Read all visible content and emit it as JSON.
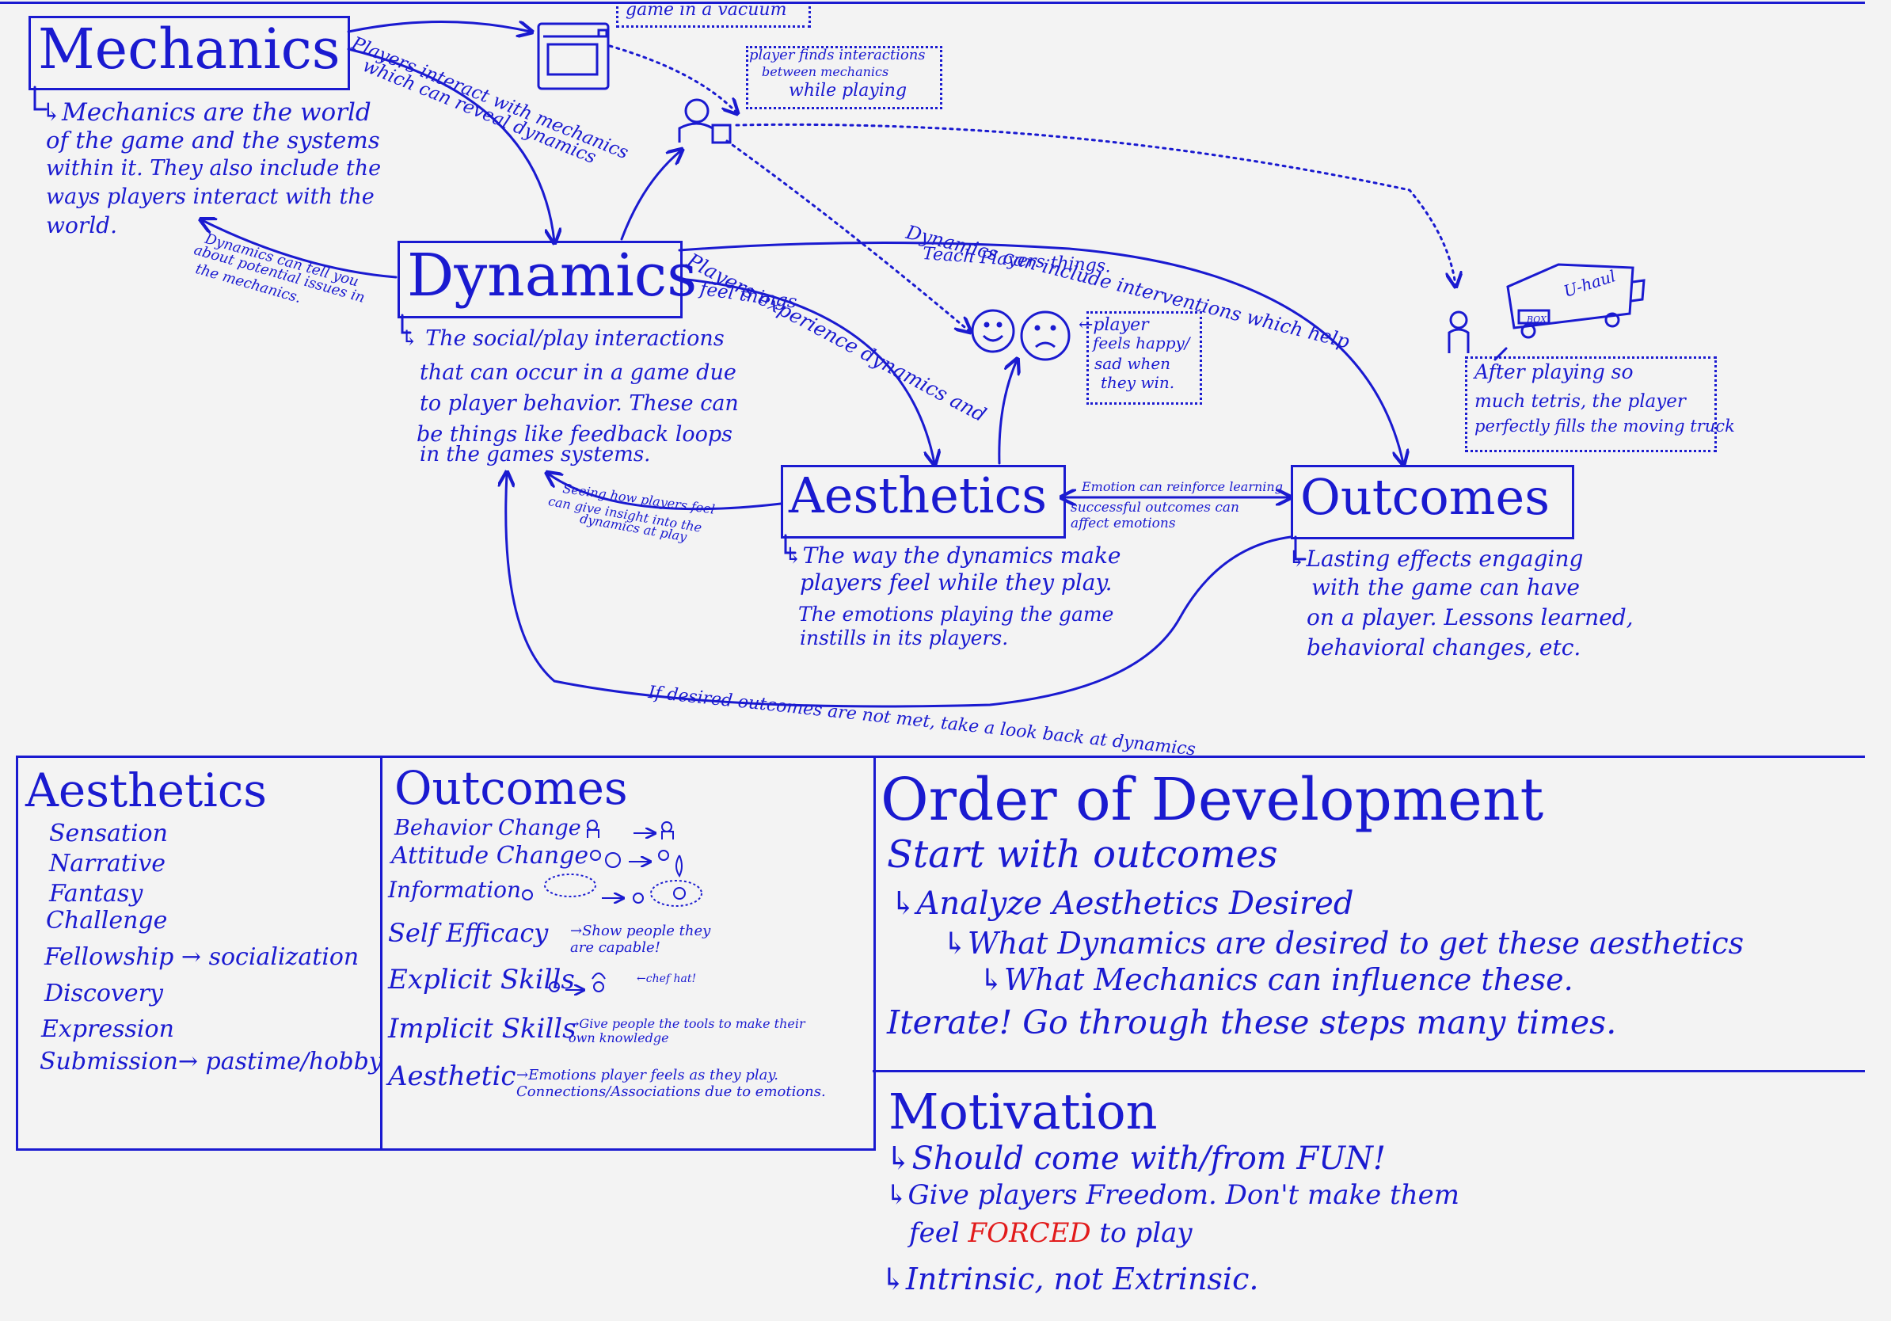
{
  "colors": {
    "ink": "#1a1ad0",
    "accent": "#e21b1b",
    "background": "#f3f3f3"
  },
  "top": {
    "mechanics": {
      "title": "Mechanics",
      "desc": [
        "↳Mechanics are the world",
        "of the game and the systems",
        "within it. They also include the",
        "ways players interact with the",
        "world."
      ]
    },
    "dynamics": {
      "title": "Dynamics",
      "desc": [
        "↳ The social/play interactions",
        "that can occur in a game due",
        "to player behavior. These can",
        "be things like feedback loops",
        "in the games systems."
      ]
    },
    "aesthetics": {
      "title": "Aesthetics",
      "desc": [
        "↳The way the dynamics make",
        "players feel while they play.",
        "The emotions playing the game",
        "instills in its players."
      ]
    },
    "outcomes": {
      "title": "Outcomes",
      "desc": [
        "↳Lasting effects engaging",
        "with the game can have",
        "on a player. Lessons learned,",
        "behavioral changes, etc."
      ]
    },
    "arrows": {
      "players_interact": "Players interact with mechanics",
      "which_can_reveal": "which can reveal dynamics",
      "dynamics_tell": "Dynamics can tell you",
      "about_issues": "about potential issues in",
      "the_mechanics": "the mechanics.",
      "players_experience": "Players experience dynamics and",
      "feel_things": "feel things",
      "dynamics_include": "Dynamics can include interventions which help",
      "teach_players": "Teach Players things.",
      "seeing_how": "Seeing how players feel",
      "can_give": "can give insight into the",
      "dynamics_at_play": "dynamics at play",
      "emotion_reinforce": "Emotion can reinforce learning",
      "successful_outcomes": "successful outcomes can",
      "affect_emotions": "affect emotions",
      "if_desired": "If desired outcomes are not met, take a look back at dynamics"
    },
    "notes": {
      "vacuum": "game in a vacuum",
      "player_finds": [
        "player finds interactions",
        "between mechanics",
        "while playing"
      ],
      "player_feels": [
        "←player",
        "feels happy/",
        "sad when",
        "they win."
      ],
      "after_playing": [
        "After playing so",
        "much tetris, the player",
        "perfectly fills the moving truck"
      ],
      "truck_label": "U-haul",
      "box_label": "BOX"
    }
  },
  "aesthetics_list": {
    "title": "Aesthetics",
    "items": [
      "Sensation",
      "Narrative",
      "Fantasy",
      "Challenge",
      "Fellowship → socialization",
      "Discovery",
      "Expression",
      "Submission→ pastime/hobby"
    ]
  },
  "outcomes_list": {
    "title": "Outcomes",
    "items": [
      {
        "label": "Behavior Change",
        "note": ""
      },
      {
        "label": "Attitude Change",
        "note": ""
      },
      {
        "label": "Information",
        "note": ""
      },
      {
        "label": "Self Efficacy",
        "note": "→Show people they are capable!"
      },
      {
        "label": "Explicit Skills",
        "note": "←chef hat!"
      },
      {
        "label": "Implicit Skills",
        "note": "→Give people the tools to make their own knowledge"
      },
      {
        "label": "Aesthetic",
        "note": "→Emotions player feels as they play. Connections/Associations due to emotions."
      }
    ]
  },
  "order": {
    "title": "Order of Development",
    "start": "Start with outcomes",
    "analyze": "↳Analyze Aesthetics Desired",
    "what_dynamics": "↳What Dynamics are desired to get these aesthetics",
    "what_mechanics": "↳What Mechanics can influence these.",
    "iterate": "Iterate! Go through these steps many times."
  },
  "motivation": {
    "title": "Motivation",
    "l1": "↳Should come with/from FUN!",
    "l2": "↳Give players Freedom. Don't make them",
    "l3_pre": "feel ",
    "l3_forced": "FORCED",
    "l3_post": " to play",
    "l4": "↳Intrinsic, not Extrinsic."
  }
}
